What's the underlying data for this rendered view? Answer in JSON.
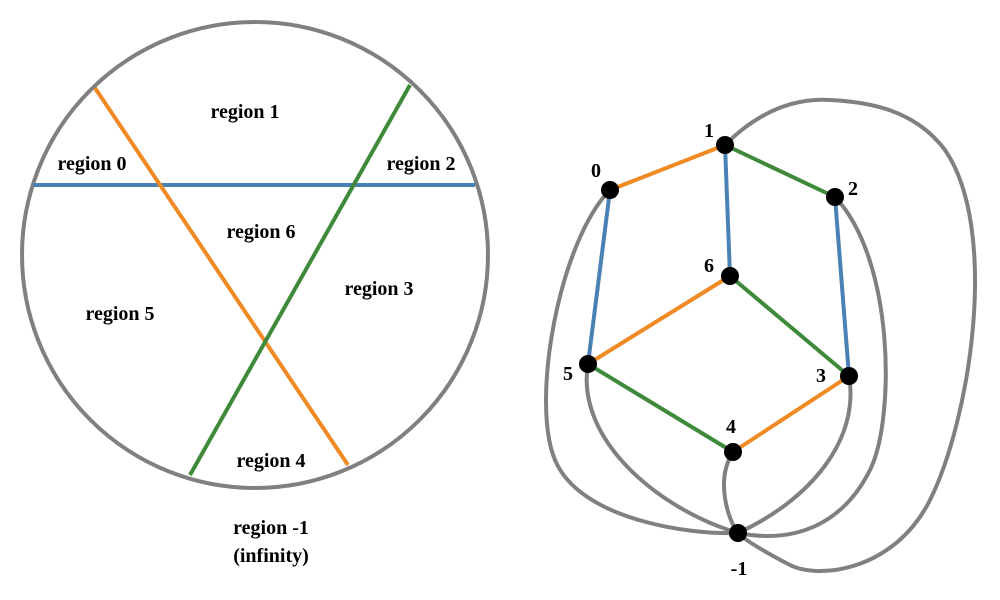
{
  "colors": {
    "blue": "#4a81b4",
    "orange": "#f08a24",
    "green": "#3f8a3a",
    "gray": "#808080",
    "node": "#000000"
  },
  "left_diagram": {
    "regions": {
      "r0": "region 0",
      "r1": "region 1",
      "r2": "region 2",
      "r3": "region 3",
      "r4": "region 4",
      "r5": "region 5",
      "r6": "region 6",
      "rinf_line1": "region -1",
      "rinf_line2": "(infinity)"
    }
  },
  "right_graph": {
    "nodes": {
      "n0": "0",
      "n1": "1",
      "n2": "2",
      "n3": "3",
      "n4": "4",
      "n5": "5",
      "n6": "6",
      "nm1": "-1"
    },
    "edges": [
      {
        "from": "0",
        "to": "1",
        "color": "orange"
      },
      {
        "from": "1",
        "to": "2",
        "color": "green"
      },
      {
        "from": "1",
        "to": "6",
        "color": "blue"
      },
      {
        "from": "0",
        "to": "5",
        "color": "blue"
      },
      {
        "from": "2",
        "to": "3",
        "color": "blue"
      },
      {
        "from": "6",
        "to": "5",
        "color": "orange"
      },
      {
        "from": "6",
        "to": "3",
        "color": "green"
      },
      {
        "from": "5",
        "to": "4",
        "color": "green"
      },
      {
        "from": "4",
        "to": "3",
        "color": "orange"
      },
      {
        "from": "0",
        "to": "-1",
        "color": "gray"
      },
      {
        "from": "5",
        "to": "-1",
        "color": "gray"
      },
      {
        "from": "4",
        "to": "-1",
        "color": "gray"
      },
      {
        "from": "3",
        "to": "-1",
        "color": "gray"
      },
      {
        "from": "2",
        "to": "-1",
        "color": "gray"
      },
      {
        "from": "1",
        "to": "-1",
        "color": "gray"
      }
    ]
  }
}
